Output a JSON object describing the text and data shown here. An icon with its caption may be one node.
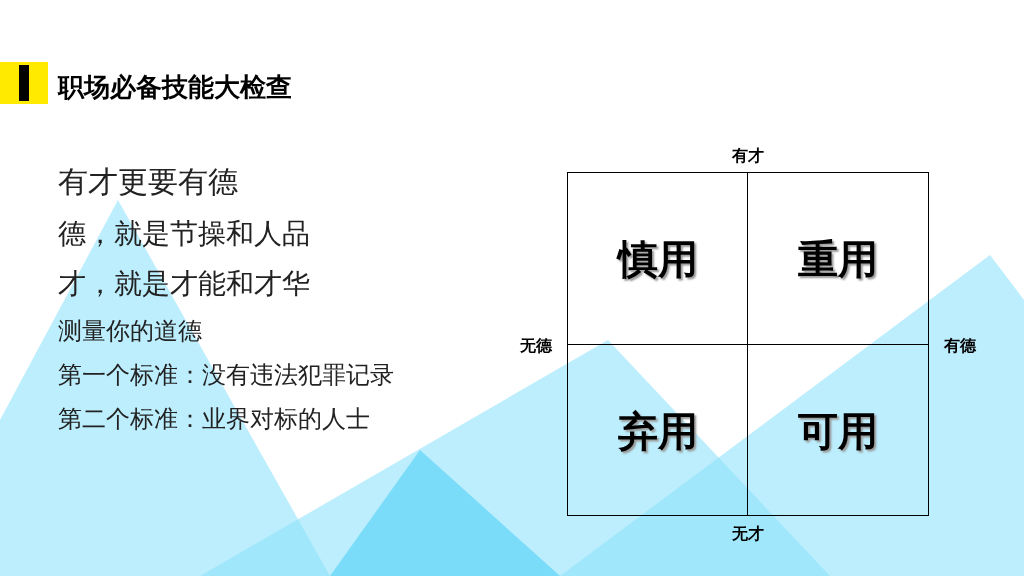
{
  "diagram": {
    "title": "职场必备技能大检查",
    "nodes": [
      {
        "text": [
          "慎用"
        ]
      },
      {
        "text": [
          "重用"
        ]
      },
      {
        "text": [
          "弃用"
        ]
      },
      {
        "text": [
          "可用"
        ]
      }
    ],
    "labels": [
      "有才更要有德",
      "德，就是节操和人品",
      "才，就是才能和才华",
      "测量你的道德",
      "第一个标准：没有违法犯罪记录",
      "第二个标准：业界对标的人士",
      "有才",
      "无德",
      "有德",
      "无才"
    ]
  }
}
